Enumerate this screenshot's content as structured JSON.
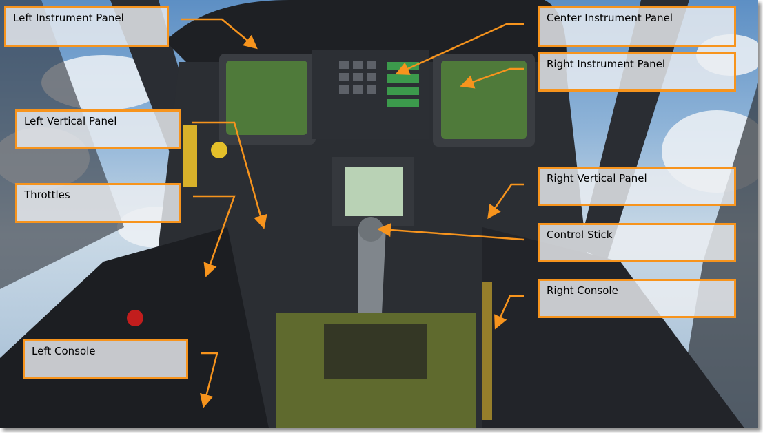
{
  "labels": {
    "left_instrument_panel": "Left Instrument Panel",
    "left_vertical_panel": "Left Vertical Panel",
    "throttles": "Throttles",
    "left_console": "Left Console",
    "center_instrument_panel": "Center Instrument Panel",
    "right_instrument_panel": "Right Instrument Panel",
    "right_vertical_panel": "Right Vertical Panel",
    "control_stick": "Control Stick",
    "right_console": "Right Console"
  },
  "colors": {
    "callout": "#f7941d",
    "mfd_green": "#4f7a3a"
  }
}
